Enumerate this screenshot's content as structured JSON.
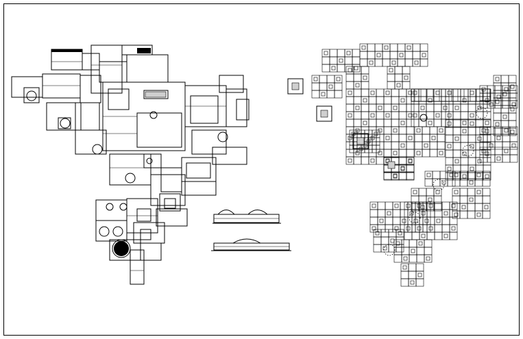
{
  "drawing": {
    "background": "#ffffff",
    "line_color": "#000000",
    "sheets": [
      "floor-plan",
      "roof-grid-plan",
      "front-elevation",
      "side-elevation"
    ]
  }
}
